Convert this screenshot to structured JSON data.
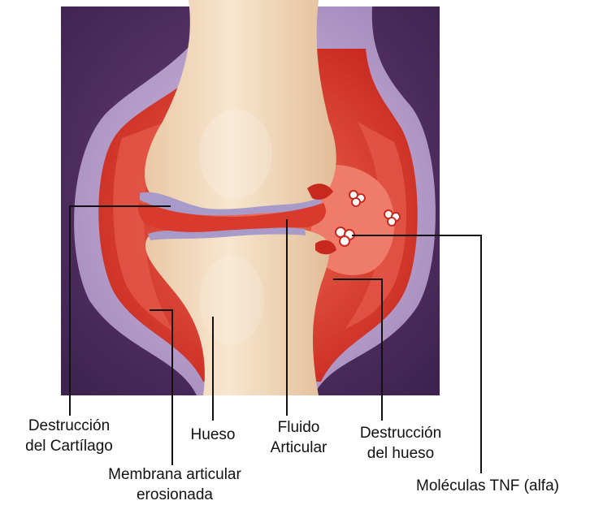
{
  "labels": {
    "cartilage": {
      "line1": "Destrucción",
      "line2": "del Cartílago"
    },
    "membrane": {
      "line1": "Membrana articular",
      "line2": "erosionada"
    },
    "bone": {
      "line1": "Hueso"
    },
    "fluid": {
      "line1": "Fluido",
      "line2": "Articular"
    },
    "bone_destruction": {
      "line1": "Destrucción",
      "line2": "del hueso"
    },
    "tnf": {
      "line1": "Moléculas TNF (alfa)"
    }
  },
  "colors": {
    "background_panel": "#4a2a5c",
    "capsule": "#b9a2cc",
    "synovium": "#d93a2e",
    "bone": "#f4dcc0",
    "cartilage": "#a99bc9",
    "leader_line": "#111111"
  }
}
